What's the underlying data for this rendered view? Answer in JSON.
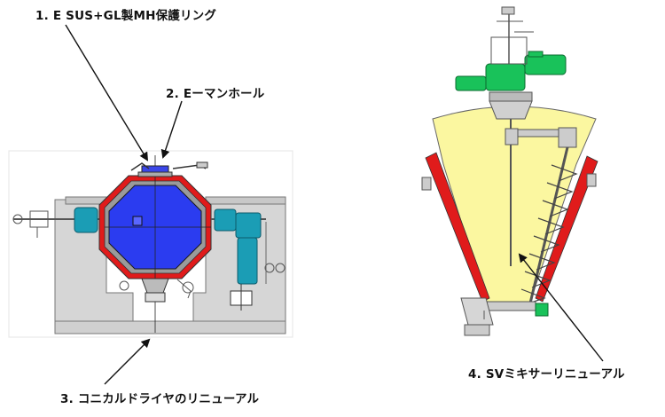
{
  "callouts": [
    {
      "id": 1,
      "text": "1. E SUS+GL製MH保護リング"
    },
    {
      "id": 2,
      "text": "2. Eーマンホール"
    },
    {
      "id": 3,
      "text": "3. コニカルドライヤのリニューアル"
    },
    {
      "id": 4,
      "text": "4. SVミキサーリニューアル"
    }
  ],
  "colors": {
    "vessel_blue": "#2b3cf0",
    "liner_red": "#e01b1b",
    "motor_teal": "#1b9db5",
    "gearbox_green": "#19c25a",
    "cone_yellow": "#fbf7a0",
    "frame_grey": "#d6d6d6",
    "line_grey": "#777777"
  }
}
